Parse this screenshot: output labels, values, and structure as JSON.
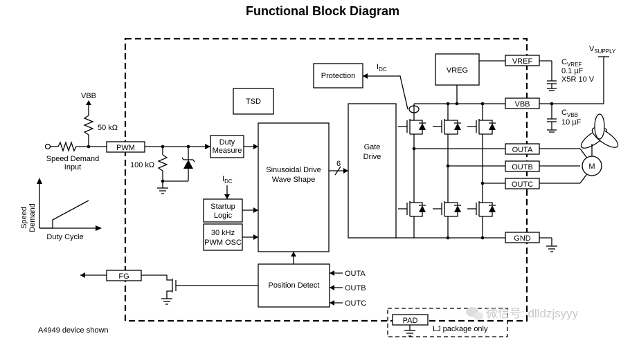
{
  "title": "Functional Block Diagram",
  "blocks": {
    "tsd": "TSD",
    "protection": "Protection",
    "vreg": "VREG",
    "gate_line1": "Gate",
    "gate_line2": "Drive",
    "sine_line1": "Sinusoidal Drive",
    "sine_line2": "Wave Shape",
    "duty_line1": "Duty",
    "duty_line2": "Measure",
    "startup_line1": "Startup",
    "startup_line2": "Logic",
    "osc_line1": "30 kHz",
    "osc_line2": "PWM OSC",
    "position_detect": "Position Detect"
  },
  "pins": {
    "pwm": "PWM",
    "fg": "FG",
    "vref": "VREF",
    "vbb": "VBB",
    "outa": "OUTA",
    "outb": "OUTB",
    "outc": "OUTC",
    "gnd": "GND",
    "pad": "PAD"
  },
  "labels": {
    "vbb_supply": "VBB",
    "r_pullup": "50 kΩ",
    "r_pulldown": "100 kΩ",
    "speed_demand_input_line1": "Speed Demand",
    "speed_demand_input_line2": "Input",
    "idc_main": "I",
    "idc_main_sub": "DC",
    "idc_top": "I",
    "idc_top_sub": "DC",
    "bus_width": "6",
    "pd_in_a": "OUTA",
    "pd_in_b": "OUTB",
    "pd_in_c": "OUTC",
    "cvref": "C",
    "cvref_sub": "VREF",
    "cvref_val1": "0.1 µF",
    "cvref_val2": "X5R 10 V",
    "cvbb": "C",
    "cvbb_sub": "VBB",
    "cvbb_val": "10 µF",
    "vsupply": "V",
    "vsupply_sub": "SUPPLY",
    "motor": "M",
    "graph_y_line1": "Speed",
    "graph_y_line2": "Demand",
    "graph_x": "Duty Cycle",
    "device_note": "A4949 device shown",
    "lj_note": "LJ package only"
  },
  "watermark": "微信号: dlldzjsyyy"
}
